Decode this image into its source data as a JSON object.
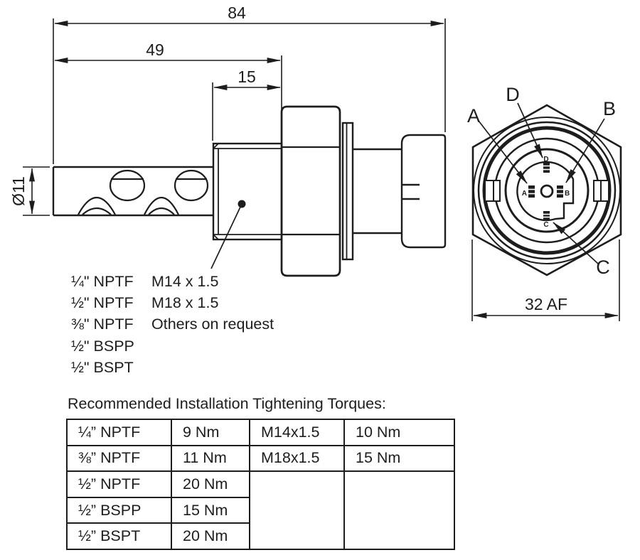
{
  "drawing": {
    "dimensions": {
      "overall_length": "84",
      "length_to_face": "49",
      "thread_length": "15",
      "probe_diameter": "Ø11",
      "across_flats": "32 AF"
    },
    "pin_labels": {
      "a": "A",
      "b": "B",
      "c": "C",
      "d": "D"
    }
  },
  "thread_options": {
    "rows": [
      {
        "size": "¼\" NPTF",
        "thread": "M14 x 1.5"
      },
      {
        "size": "½\" NPTF",
        "thread": "M18 x 1.5"
      },
      {
        "size": "⅜\" NPTF",
        "thread": "Others on request"
      },
      {
        "size": "½\" BSPP",
        "thread": ""
      },
      {
        "size": "½\" BSPT",
        "thread": ""
      }
    ]
  },
  "torque_table": {
    "title": "Recommended Installation Tightening Torques:",
    "rows": [
      {
        "c0": "¼” NPTF",
        "c1": "9 Nm",
        "c2": "M14x1.5",
        "c3": "10 Nm"
      },
      {
        "c0": "⅜” NPTF",
        "c1": "11 Nm",
        "c2": "M18x1.5",
        "c3": "15 Nm"
      },
      {
        "c0": "½” NPTF",
        "c1": "20 Nm",
        "c2": "",
        "c3": ""
      },
      {
        "c0": "½” BSPP",
        "c1": "15 Nm"
      },
      {
        "c0": "½” BSPT",
        "c1": "20 Nm"
      }
    ]
  },
  "colors": {
    "line": "#1d1d1d",
    "background": "#ffffff"
  }
}
